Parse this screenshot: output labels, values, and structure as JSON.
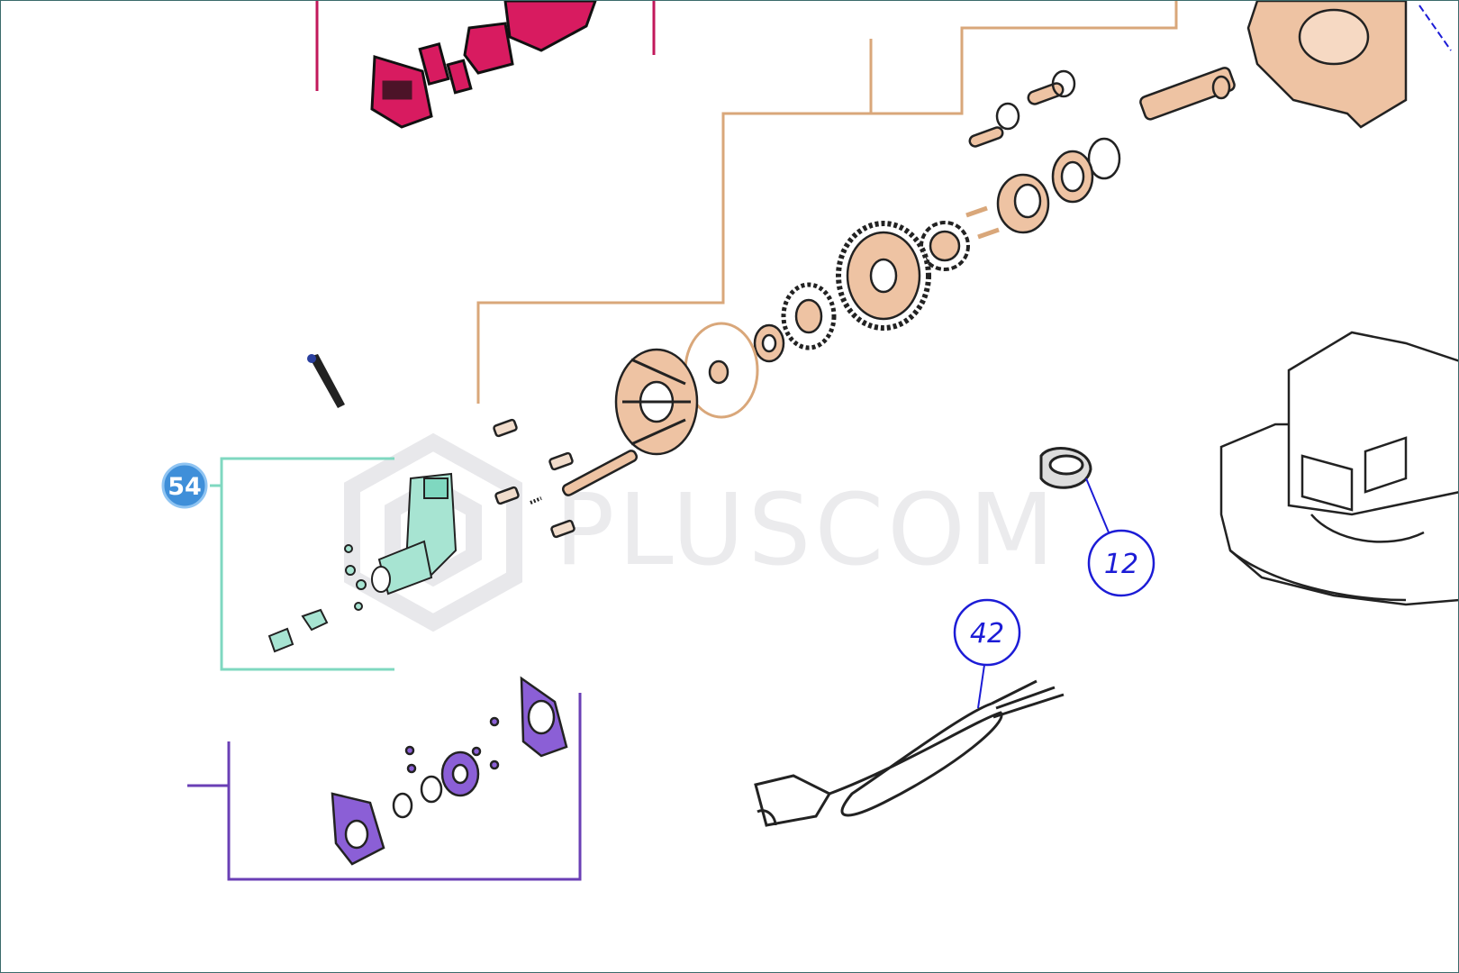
{
  "watermark": {
    "text": "PLUSCOM"
  },
  "callouts": [
    {
      "id": "12",
      "label": "12"
    },
    {
      "id": "42",
      "label": "42"
    },
    {
      "id": "54",
      "label": "54"
    }
  ],
  "colors": {
    "border": "#3b6b6b",
    "group_electronics": "#c2185b",
    "group_gearbox": "#d9a77a",
    "group_motor": "#7fd8c0",
    "group_limit_switch": "#6a3fb5",
    "callout": "#1c1cd6",
    "badge": "#3f8fd9",
    "part_outline": "#222222"
  }
}
